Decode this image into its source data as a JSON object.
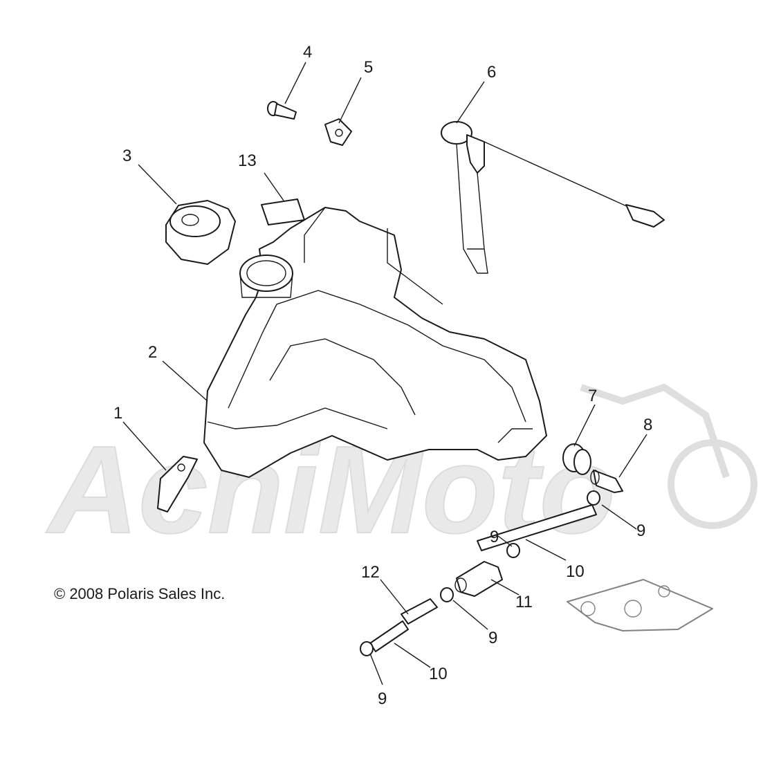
{
  "diagram": {
    "copyright": "© 2008 Polaris Sales Inc.",
    "watermark_text": "AchiMoto",
    "callouts": [
      "1",
      "2",
      "3",
      "4",
      "5",
      "6",
      "7",
      "8",
      "9",
      "9",
      "9",
      "9",
      "10",
      "10",
      "11",
      "12",
      "13"
    ],
    "colors": {
      "line": "#1a1a1a",
      "watermark": "#e6e6e6",
      "background": "#ffffff"
    }
  }
}
